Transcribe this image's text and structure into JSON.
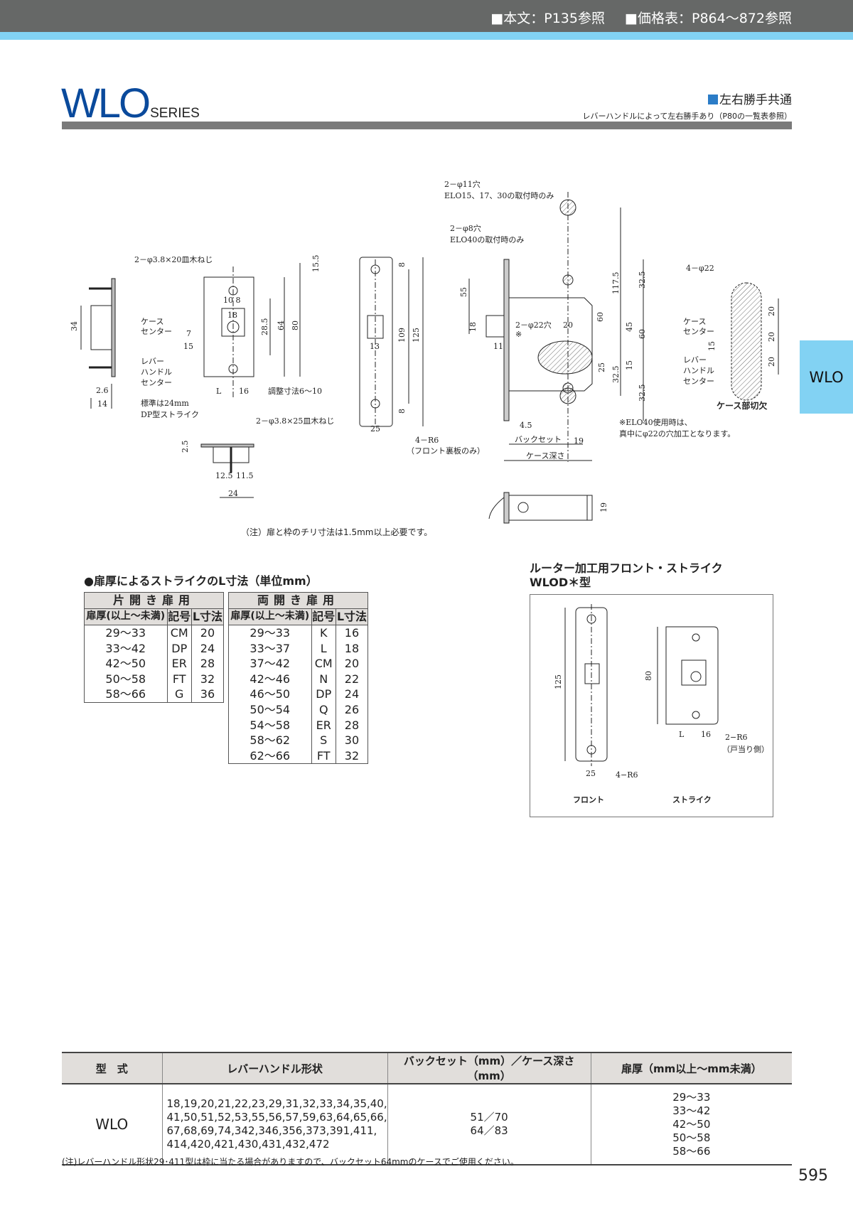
{
  "header": {
    "ref_text": "■本文：P135参照",
    "ref_price": "■価格表：P864～872参照"
  },
  "title": {
    "series": "WLO",
    "suffix": "SERIES"
  },
  "feature": {
    "heading": "左右勝手共通",
    "sub": "レバーハンドルによって左右勝手あり（P80の一覧表参照）"
  },
  "side_tab": "WLO",
  "diagrams": {
    "strike_side": {
      "labels": [
        "34",
        "2.6",
        "14"
      ]
    },
    "strike_front": {
      "labels": [
        "2－φ3.8×20皿木ねじ",
        "10  8",
        "18",
        "ケース",
        "センター",
        "7",
        "15",
        "レバー",
        "ハンドル",
        "センター",
        "28.5",
        "64",
        "80",
        "15.5",
        "L",
        "16",
        "調整寸法6～10",
        "標準は24mm",
        "DP型ストライク",
        "2－φ3.8×25皿木ねじ"
      ]
    },
    "front_plate": {
      "labels": [
        "13",
        "8",
        "109",
        "125",
        "8",
        "25",
        "4－R6",
        "（フロント裏板のみ）"
      ]
    },
    "strike_bottom": {
      "labels": [
        "2.5",
        "12.5",
        "11.5",
        "24"
      ]
    },
    "lock_case": {
      "labels": [
        "2－φ11穴",
        "ELO15、17、30の取付時のみ",
        "2－φ8穴",
        "ELO40の取付時のみ",
        "55",
        "18",
        "11",
        "2－φ22穴",
        "※",
        "20",
        "60",
        "117.5",
        "32.5",
        "45",
        "60",
        "25",
        "32.5",
        "15",
        "32.5",
        "4.5",
        "バックセット",
        "19",
        "ケース深さ",
        "※ELO40使用時は、",
        "真中にφ22の穴加工となります。"
      ]
    },
    "case_cutout": {
      "labels": [
        "4－φ22",
        "ケース",
        "センター",
        "15",
        "レバー",
        "ハンドル",
        "センター",
        "20",
        "20",
        "20",
        "ケース部切欠"
      ]
    },
    "latch": {
      "labels": [
        "19"
      ]
    },
    "note": "（注）扉と枠のチリ寸法は1.5mm以上必要です。"
  },
  "l_table": {
    "heading": "●扉厚によるストライクのL寸法（単位mm）",
    "single": {
      "title": "片開き扉用",
      "headers": [
        "扉厚(以上～未満)",
        "記号",
        "L寸法"
      ],
      "rows": [
        [
          "29～33",
          "CM",
          "20"
        ],
        [
          "33～42",
          "DP",
          "24"
        ],
        [
          "42～50",
          "ER",
          "28"
        ],
        [
          "50～58",
          "FT",
          "32"
        ],
        [
          "58～66",
          "G",
          "36"
        ]
      ]
    },
    "double": {
      "title": "両開き扉用",
      "headers": [
        "扉厚(以上～未満)",
        "記号",
        "L寸法"
      ],
      "rows": [
        [
          "29～33",
          "K",
          "16"
        ],
        [
          "33～37",
          "L",
          "18"
        ],
        [
          "37～42",
          "CM",
          "20"
        ],
        [
          "42～46",
          "N",
          "22"
        ],
        [
          "46～50",
          "DP",
          "24"
        ],
        [
          "50～54",
          "Q",
          "26"
        ],
        [
          "54～58",
          "ER",
          "28"
        ],
        [
          "58～62",
          "S",
          "30"
        ],
        [
          "62～66",
          "FT",
          "32"
        ]
      ]
    }
  },
  "router": {
    "title": "ルーター加工用フロント・ストライク",
    "subtitle": "WLOD＊型",
    "labels": [
      "125",
      "25",
      "4−R6",
      "80",
      "L",
      "16",
      "2−R6",
      "（戸当り側）",
      "フロント",
      "ストライク"
    ]
  },
  "spec_table": {
    "headers": [
      "型　式",
      "レバーハンドル形状",
      "バックセット（mm）／ケース深さ（mm）",
      "扉厚（mm以上～mm未満）"
    ],
    "row": {
      "model": "WLO",
      "handles": [
        "18,19,20,21,22,23,29,31,32,33,34,35,40,",
        "41,50,51,52,53,55,56,57,59,63,64,65,66,",
        "67,68,69,74,342,346,356,373,391,411,",
        "414,420,421,430,431,432,472"
      ],
      "backset": [
        "51／70",
        "64／83"
      ],
      "thickness": [
        "29～33",
        "33～42",
        "42～50",
        "50～58",
        "58～66"
      ]
    },
    "note": "(注)レバーハンドル形状29･411型は枠に当たる場合がありますので、バックセット64mmのケースでご使用ください。"
  },
  "page_number": "595",
  "colors": {
    "topbar": "#666867",
    "accent_blue": "#82d2f3",
    "title_blue": "#0a4a9c"
  }
}
